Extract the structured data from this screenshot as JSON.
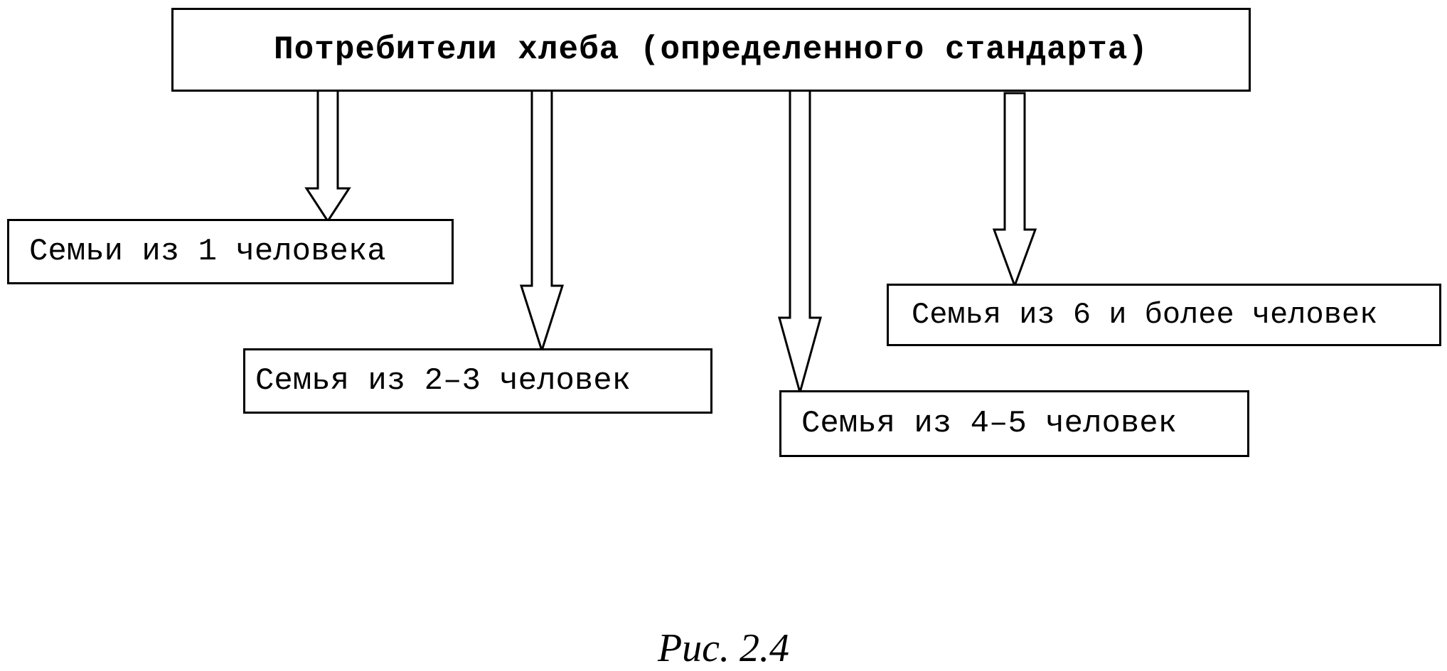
{
  "diagram": {
    "root": "Потребители хлеба (определенного стандарта)",
    "children": [
      "Семьи из 1 человека",
      "Семья из 2–3 человек",
      "Семья из 4–5 человек",
      "Семья из 6 и более человек"
    ],
    "arrow_style": "hollow block arrows pointing down"
  },
  "caption": "Рис. 2.4",
  "colors": {
    "stroke": "#000000",
    "fill": "#ffffff"
  }
}
